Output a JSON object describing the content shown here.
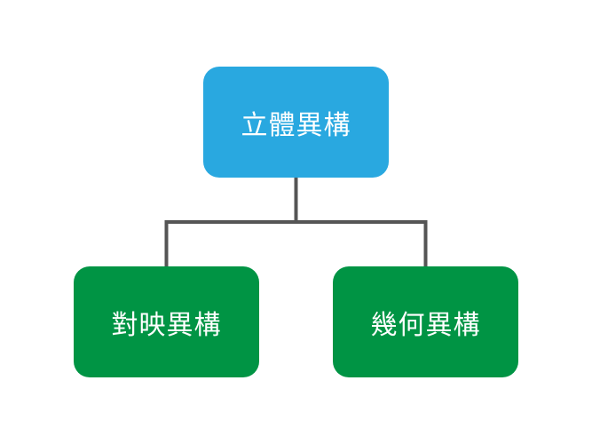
{
  "diagram": {
    "root": {
      "label": "立體異構",
      "color": "#29a8e0"
    },
    "children": [
      {
        "label": "對映異構",
        "color": "#009444"
      },
      {
        "label": "幾何異構",
        "color": "#009444"
      }
    ],
    "connector_color": "#555555"
  }
}
